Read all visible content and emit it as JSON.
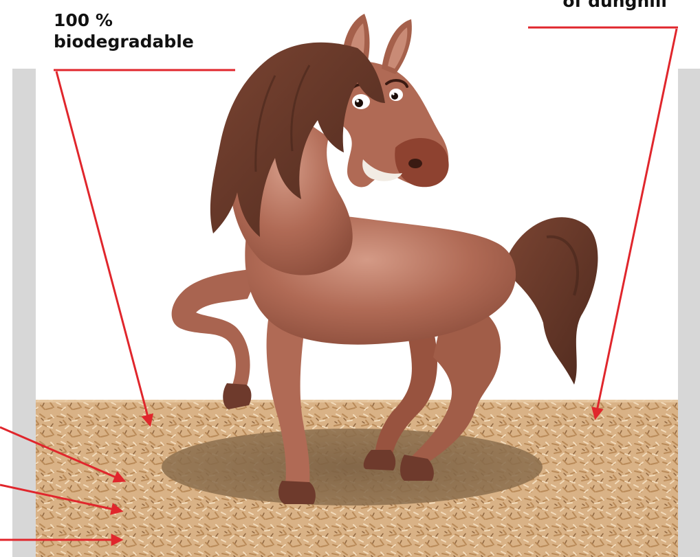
{
  "labels": {
    "left_line1": "100 %",
    "left_line2": "biodegradable",
    "right_line1": "of dunghill"
  },
  "colors": {
    "arrow": "#e0262c",
    "stall_wall": "#d7d7d7",
    "bedding": "#d8b184",
    "bedding_dark": "#b98a58",
    "shadow": "#8c6f4e",
    "horse_body": "#b06a55",
    "horse_mane": "#6b3a2a",
    "horse_hoof": "#6e3a2c",
    "muzzle": "#8e4230"
  }
}
